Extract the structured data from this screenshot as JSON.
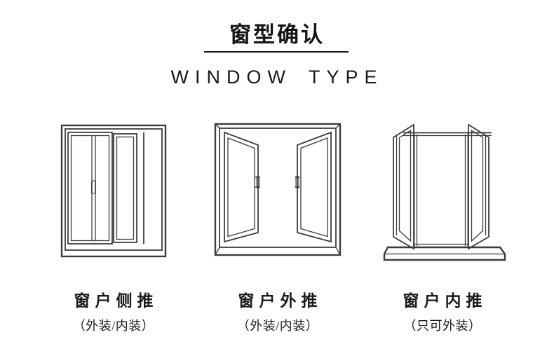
{
  "header": {
    "title": "窗型确认",
    "subtitle": "WINDOW TYPE"
  },
  "windows": [
    {
      "icon": "sliding-window-icon",
      "label": "窗户侧推",
      "note": "（外装/内装）"
    },
    {
      "icon": "outward-opening-window-icon",
      "label": "窗户外推",
      "note": "（外装/内装）"
    },
    {
      "icon": "inward-opening-window-icon",
      "label": "窗户内推",
      "note": "（只可外装）"
    }
  ],
  "colors": {
    "line_art": "#3c3c3c",
    "text": "#1b1b1b",
    "background": "#ffffff"
  }
}
